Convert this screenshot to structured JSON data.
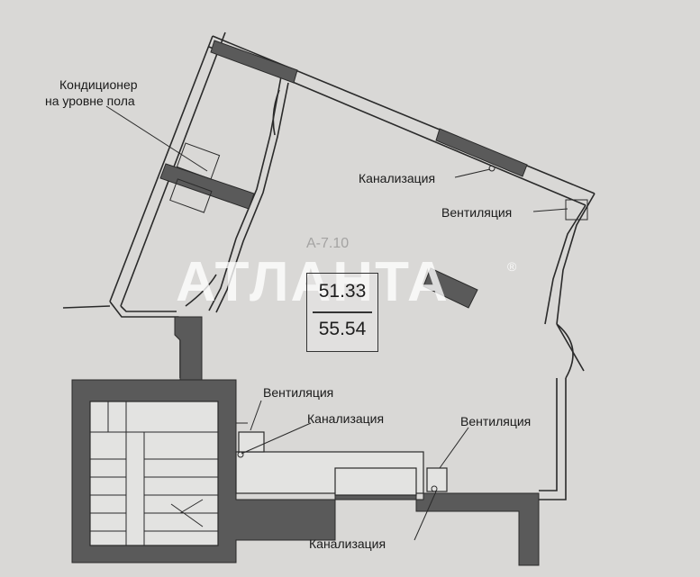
{
  "labels": {
    "ac_line1": "Кондиционер",
    "ac_line2": "на уровне пола",
    "sewer_top": "Канализация",
    "vent_right": "Вентиляция",
    "vent_stair": "Вентиляция",
    "sewer_mid": "Канализация",
    "vent_bottom_right": "Вентиляция",
    "sewer_bottom": "Канализация"
  },
  "room_code": "А-7.10",
  "area": {
    "total": "51.33",
    "gross": "55.54"
  },
  "watermark": {
    "text": "АТЛАНТА",
    "reg": "®"
  },
  "colors": {
    "background": "#d9d8d6",
    "wall_fill": "#5a5a5a",
    "line": "#2a2a2a"
  }
}
